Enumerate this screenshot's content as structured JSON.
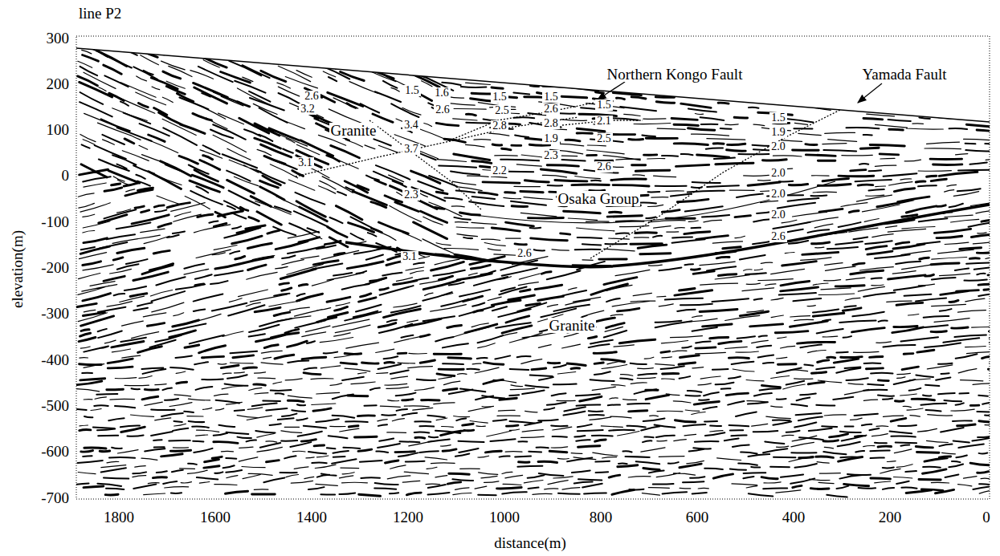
{
  "diagram": {
    "labels": [
      "line P2",
      "300",
      "200",
      "100",
      "0",
      "-100",
      "-200",
      "-300",
      "-400",
      "-500",
      "-600",
      "-700",
      "elevation(m)",
      "1800",
      "1600",
      "1400",
      "1200",
      "1000",
      "800",
      "600",
      "400",
      "200",
      "0",
      "distance(m)",
      "Northern Kongo Fault",
      "Yamada Fault",
      "Granite",
      "Osaka Group",
      "Granite",
      "2.6",
      "3.2",
      "1.5",
      "1.6",
      "2.6",
      "3.4",
      "3.7",
      "3.1",
      "2.3",
      "1.5",
      "2.5",
      "2.8",
      "2.2",
      "1.5",
      "2.6",
      "2.8",
      "1.9",
      "2.3",
      "1.5",
      "2.1",
      "2.5",
      "2.6",
      "1.5",
      "1.9",
      "2.0",
      "2.0",
      "2.0",
      "2.0",
      "2.6",
      "3.1",
      "2.6"
    ]
  }
}
